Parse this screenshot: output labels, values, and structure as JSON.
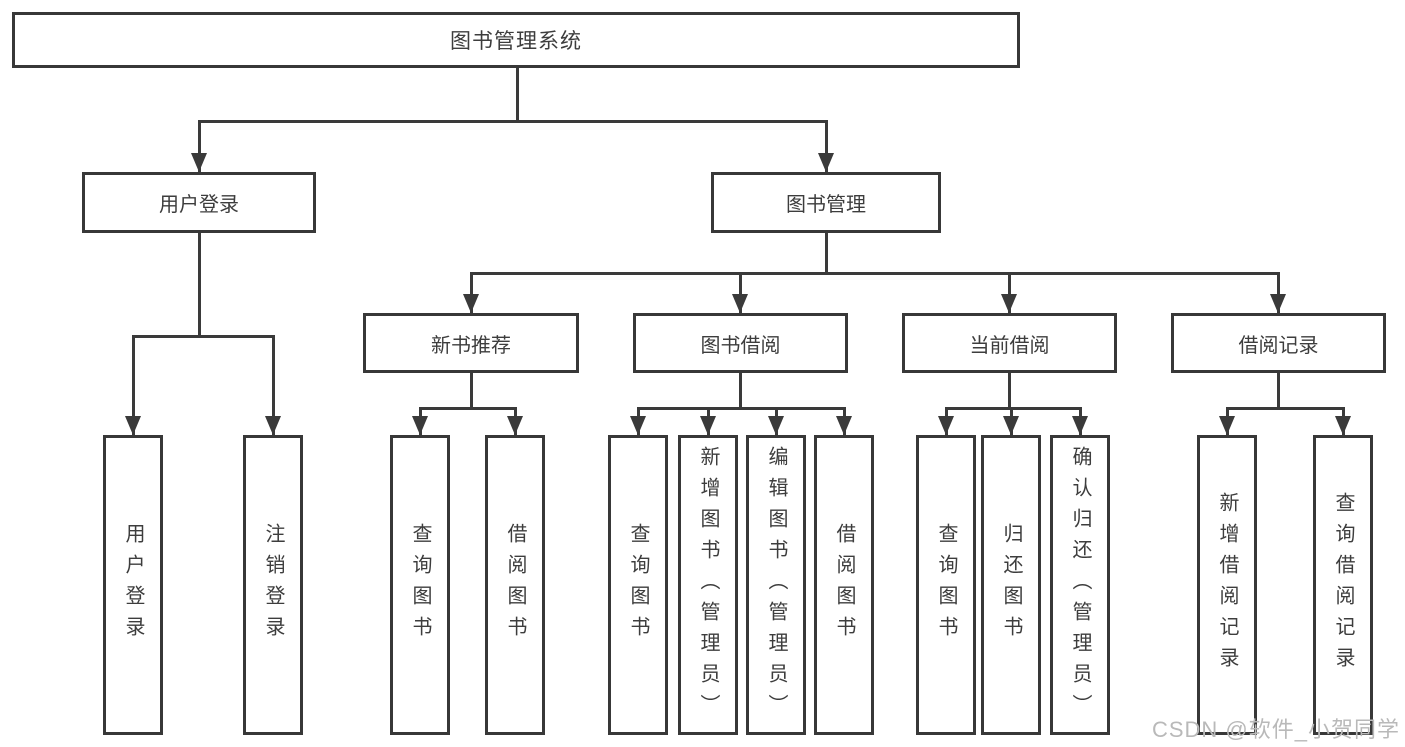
{
  "diagram": {
    "root": {
      "label": "图书管理系统"
    },
    "level2": [
      {
        "label": "用户登录"
      },
      {
        "label": "图书管理"
      }
    ],
    "level3": [
      {
        "label": "新书推荐"
      },
      {
        "label": "图书借阅"
      },
      {
        "label": "当前借阅"
      },
      {
        "label": "借阅记录"
      }
    ],
    "leaves": {
      "user_login": [
        {
          "label": "用户登录"
        },
        {
          "label": "注销登录"
        }
      ],
      "new_books": [
        {
          "label": "查询图书"
        },
        {
          "label": "借阅图书"
        }
      ],
      "book_borrow": [
        {
          "label": "查询图书"
        },
        {
          "label": "新增图书（管理员）"
        },
        {
          "label": "编辑图书（管理员）"
        },
        {
          "label": "借阅图书"
        }
      ],
      "current_borrow": [
        {
          "label": "查询图书"
        },
        {
          "label": "归还图书"
        },
        {
          "label": "确认归还（管理员）"
        }
      ],
      "borrow_records": [
        {
          "label": "新增借阅记录"
        },
        {
          "label": "查询借阅记录"
        }
      ]
    }
  },
  "watermark": {
    "text": "CSDN @软件_小贺同学"
  },
  "colors": {
    "line": "#3a3a3a",
    "border": "#383838",
    "text": "#3d3d3d",
    "background": "#ffffff",
    "watermark": "#b9b9b9"
  }
}
